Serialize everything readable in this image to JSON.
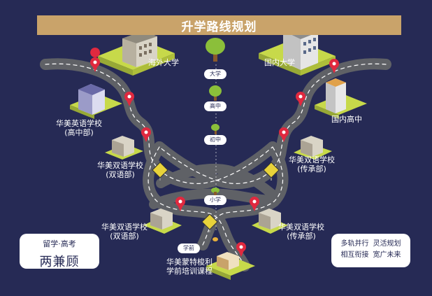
{
  "header": {
    "title": "升学路线规划"
  },
  "levels": {
    "university": "大学",
    "high": "高中",
    "middle": "初中",
    "primary": "小学",
    "preschool": "学前"
  },
  "places": {
    "overseas_university": "海外大学",
    "domestic_university": "国内大学",
    "domestic_high": "国内高中",
    "british_school": "华美英语学校",
    "british_school_sub": "(高中部)",
    "bilingual_left_upper": "华美双语学校",
    "bilingual_left_upper_sub": "(双语部)",
    "heritage_right_upper": "华美双语学校",
    "heritage_right_upper_sub": "(传承部)",
    "bilingual_left_lower": "华美双语学校",
    "bilingual_left_lower_sub": "(双语部)",
    "heritage_right_lower": "华美双语学校",
    "heritage_right_lower_sub": "(传承部)",
    "montessori": "华美蒙特梭利",
    "montessori_sub": "学前培训课程"
  },
  "cards": {
    "left_line1": "留学·高考",
    "left_line2": "两兼顾",
    "right_line1a": "多轨并行",
    "right_line1b": "灵活规划",
    "right_line2a": "相互衔接",
    "right_line2b": "宽广未来"
  },
  "colors": {
    "background": "#262a55",
    "banner": "#c9a36a",
    "road": "#5f6166",
    "pin": "#e0293f",
    "grass": "#c7d94a"
  }
}
